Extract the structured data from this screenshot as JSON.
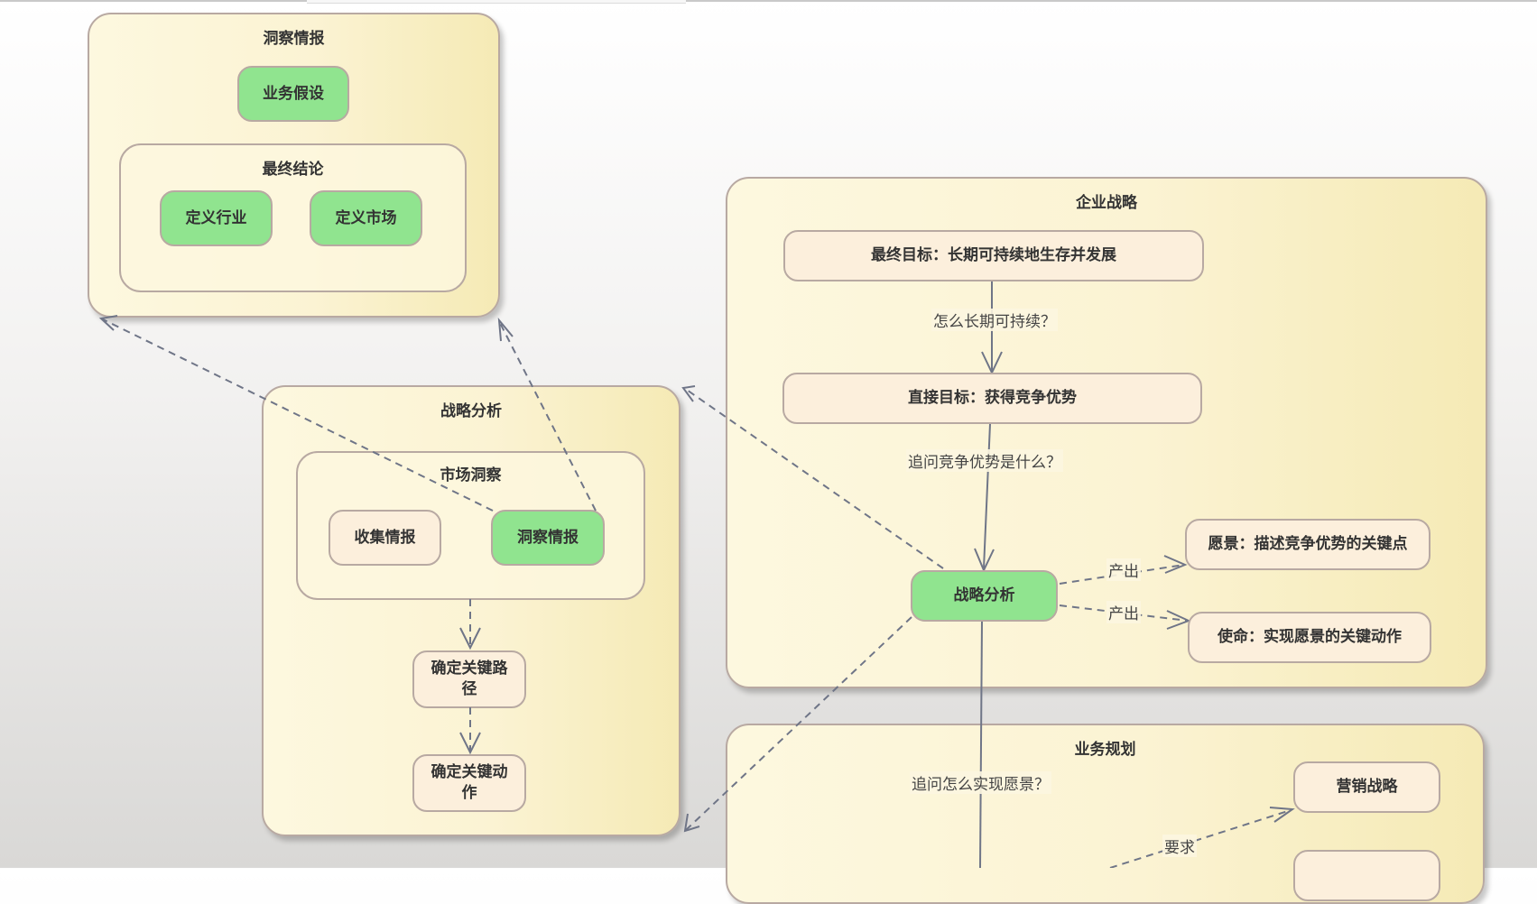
{
  "packages": {
    "dongcha": {
      "title": "洞察情报"
    },
    "zuizhong": {
      "title": "最终结论"
    },
    "zhanlue": {
      "title": "战略分析"
    },
    "shichang": {
      "title": "市场洞察"
    },
    "qiye": {
      "title": "企业战略"
    },
    "yewu": {
      "title": "业务规划"
    }
  },
  "nodes": {
    "yewu_jiashe": "业务假设",
    "dingyi_hangye": "定义行业",
    "dingyi_shichang": "定义市场",
    "shouji_qingbao": "收集情报",
    "dongcha_qingbao": "洞察情报",
    "queding_lujing": "确定关键路径",
    "queding_dongzuo": "确定关键动作",
    "zuizhong_mubiao": "最终目标：长期可持续地生存并发展",
    "zhijie_mubiao": "直接目标：获得竞争优势",
    "zhanlue_fenxi": "战略分析",
    "yuanjing": "愿景：描述竞争优势的关键点",
    "shiming": "使命：实现愿景的关键动作",
    "yingxiao": "营销战略"
  },
  "edge_labels": {
    "e1": "怎么长期可持续？",
    "e2": "追问竞争优势是什么？",
    "e3": "产出",
    "e4": "产出",
    "e5": "追问怎么实现愿景？",
    "e6": "要求"
  },
  "colors": {
    "node_green": "#90e48f",
    "node_cream": "#fcefdc",
    "package_fill": "#fbf3d3",
    "border": "#b8a9a2",
    "edge": "#6f7587"
  }
}
